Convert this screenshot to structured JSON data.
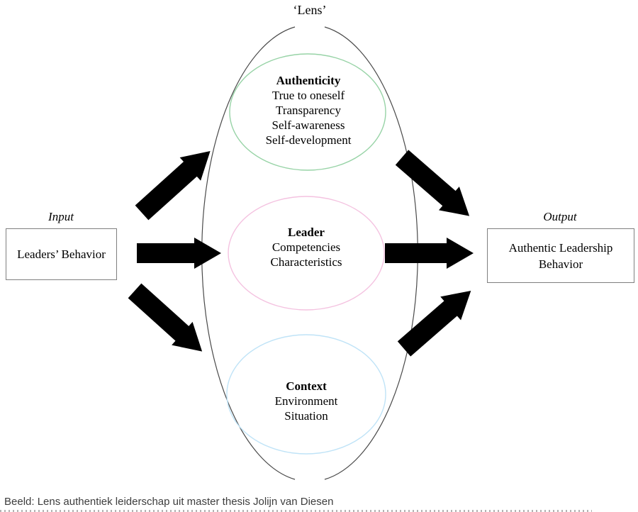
{
  "title": "‘Lens’",
  "input": {
    "label": "Input",
    "box_text": "Leaders’ Behavior"
  },
  "output": {
    "label": "Output",
    "box_text": "Authentic Leadership Behavior"
  },
  "lens": {
    "ellipses": [
      {
        "title": "Authenticity",
        "lines": [
          "True to oneself",
          "Transparency",
          "Self-awareness",
          "Self-development"
        ],
        "color": "#97d3a6"
      },
      {
        "title": "Leader",
        "lines": [
          "Competencies",
          "Characteristics"
        ],
        "color": "#f4c2e0"
      },
      {
        "title": "Context",
        "lines": [
          "Environment",
          "Situation"
        ],
        "color": "#bfe3f7"
      }
    ]
  },
  "caption": "Beeld: Lens authentiek leiderschap uit master thesis Jolijn van Diesen",
  "colors": {
    "arrow": "#000000",
    "lens_outline": "#4a4a4a",
    "box_border": "#7f7f7f",
    "caption_text": "#3d3d3d"
  }
}
